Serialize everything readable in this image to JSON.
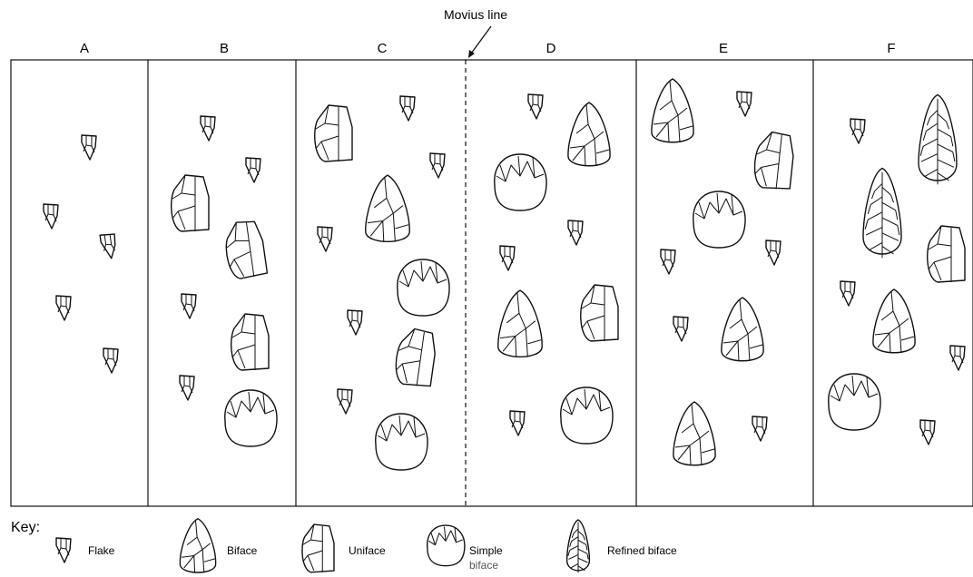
{
  "annotation": {
    "text": "Movius line"
  },
  "columns": [
    {
      "label": "A",
      "tools": [
        "flake",
        "flake",
        "flake",
        "flake",
        "flake"
      ]
    },
    {
      "label": "B",
      "tools": [
        "flake",
        "uniface",
        "flake",
        "uniface",
        "flake",
        "flake",
        "uniface",
        "simple-biface"
      ]
    },
    {
      "label": "C",
      "tools": [
        "uniface",
        "flake",
        "flake",
        "biface",
        "flake",
        "simple-biface",
        "flake",
        "uniface",
        "flake",
        "simple-biface"
      ]
    },
    {
      "label": "D",
      "tools": [
        "flake",
        "biface",
        "simple-biface",
        "flake",
        "flake",
        "biface",
        "uniface",
        "flake",
        "simple-biface"
      ]
    },
    {
      "label": "E",
      "tools": [
        "biface",
        "flake",
        "uniface",
        "simple-biface",
        "flake",
        "flake",
        "biface",
        "flake",
        "biface",
        "flake"
      ]
    },
    {
      "label": "F",
      "tools": [
        "flake",
        "refined-biface",
        "refined-biface",
        "uniface",
        "flake",
        "biface",
        "flake",
        "simple-biface",
        "flake"
      ]
    }
  ],
  "key": {
    "title": "Key:",
    "items": [
      {
        "tool": "flake",
        "label": "Flake",
        "sub": ""
      },
      {
        "tool": "biface",
        "label": "Biface",
        "sub": ""
      },
      {
        "tool": "uniface",
        "label": "Uniface",
        "sub": ""
      },
      {
        "tool": "simple-biface",
        "label": "Simple",
        "sub": "biface"
      },
      {
        "tool": "refined-biface",
        "label": "Refined biface",
        "sub": ""
      }
    ]
  }
}
